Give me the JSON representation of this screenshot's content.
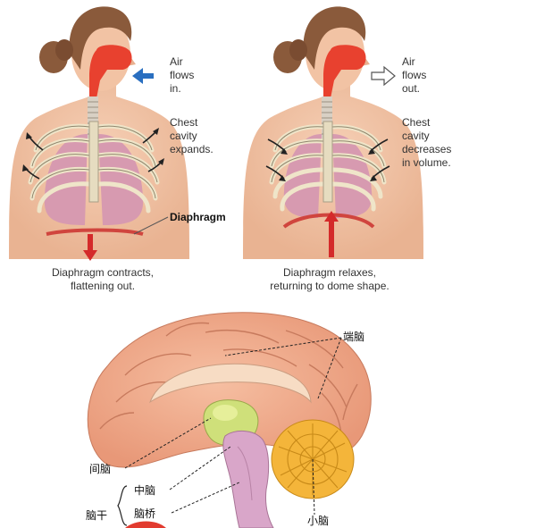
{
  "inhale": {
    "air_label": [
      "Air",
      "flows",
      "in."
    ],
    "chest_label": [
      "Chest",
      "cavity",
      "expands."
    ],
    "diaphragm_label": "Diaphragm",
    "caption": [
      "Diaphragm contracts,",
      "flattening out."
    ]
  },
  "exhale": {
    "air_label": [
      "Air",
      "flows",
      "out."
    ],
    "chest_label": [
      "Chest",
      "cavity",
      "decreases",
      "in volume."
    ],
    "caption": [
      "Diaphragm relaxes,",
      "returning to dome shape."
    ]
  },
  "brain": {
    "telencephalon": "端脑",
    "diencephalon": "间脑",
    "midbrain": "中脑",
    "brainstem": "脑干",
    "pons": "脑桥",
    "cerebellum": "小脑"
  },
  "colors": {
    "skin": "#f2c3a4",
    "hair": "#8a5a3b",
    "airway": "#e8412f",
    "arrow_in": "#2a6fc0",
    "arrow_red": "#d42a2a",
    "cerebrum": "#f0a989",
    "diencephalon": "#cfe07a",
    "brainstem": "#d9a6c9",
    "cerebellum": "#f4b53a"
  }
}
